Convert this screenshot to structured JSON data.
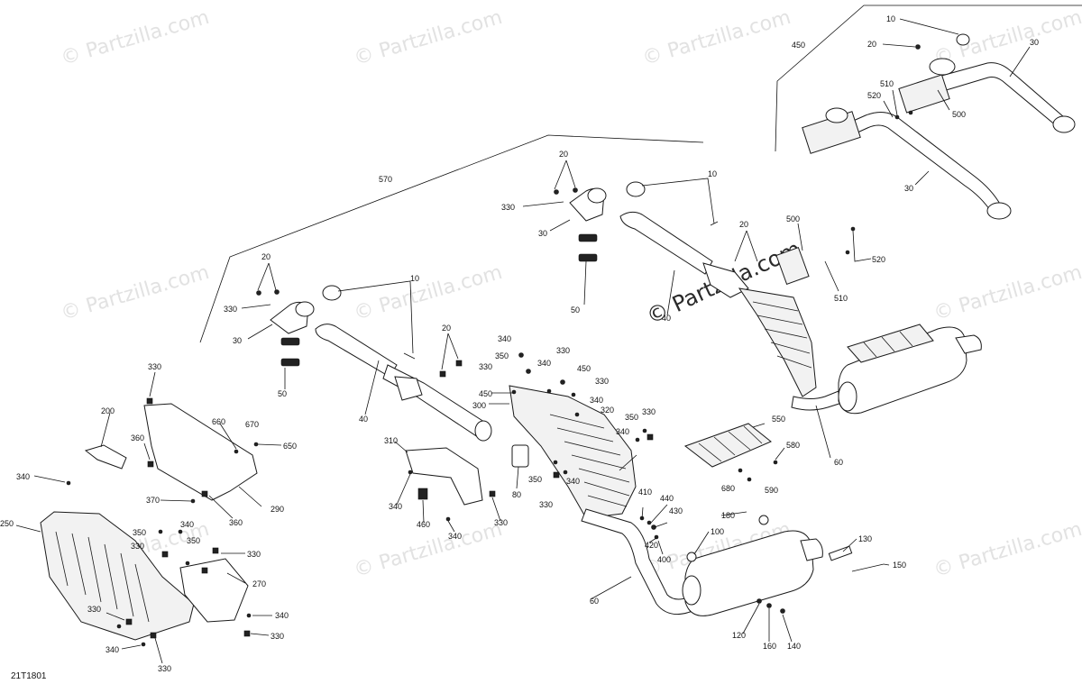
{
  "watermark": "© Partzilla.com",
  "diagram_code": "21T1801",
  "labels": [
    {
      "id": "l1",
      "text": "10"
    },
    {
      "id": "l2",
      "text": "20"
    },
    {
      "id": "l3",
      "text": "30"
    },
    {
      "id": "l4",
      "text": "450"
    },
    {
      "id": "l5",
      "text": "510"
    },
    {
      "id": "l6",
      "text": "520"
    },
    {
      "id": "l7",
      "text": "500"
    },
    {
      "id": "l8",
      "text": "30"
    },
    {
      "id": "l9",
      "text": "20"
    },
    {
      "id": "l10",
      "text": "10"
    },
    {
      "id": "l11",
      "text": "330"
    },
    {
      "id": "l12",
      "text": "30"
    },
    {
      "id": "l13",
      "text": "20"
    },
    {
      "id": "l14",
      "text": "500"
    },
    {
      "id": "l15",
      "text": "520"
    },
    {
      "id": "l16",
      "text": "510"
    },
    {
      "id": "l17",
      "text": "50"
    },
    {
      "id": "l18",
      "text": "40"
    },
    {
      "id": "l19",
      "text": "570"
    },
    {
      "id": "l20",
      "text": "20"
    },
    {
      "id": "l21",
      "text": "10"
    },
    {
      "id": "l22",
      "text": "330"
    },
    {
      "id": "l23",
      "text": "30"
    },
    {
      "id": "l24",
      "text": "50"
    },
    {
      "id": "l25",
      "text": "40"
    },
    {
      "id": "l26",
      "text": "20"
    },
    {
      "id": "l27",
      "text": "340"
    },
    {
      "id": "l28",
      "text": "330"
    },
    {
      "id": "l29",
      "text": "350"
    },
    {
      "id": "l30",
      "text": "330"
    },
    {
      "id": "l31",
      "text": "340"
    },
    {
      "id": "l32",
      "text": "450"
    },
    {
      "id": "l33",
      "text": "330"
    },
    {
      "id": "l34",
      "text": "450"
    },
    {
      "id": "l35",
      "text": "340"
    },
    {
      "id": "l36",
      "text": "300"
    },
    {
      "id": "l37",
      "text": "320"
    },
    {
      "id": "l38",
      "text": "350"
    },
    {
      "id": "l39",
      "text": "330"
    },
    {
      "id": "l40",
      "text": "340"
    },
    {
      "id": "l41",
      "text": "550"
    },
    {
      "id": "l42",
      "text": "580"
    },
    {
      "id": "l43",
      "text": "680"
    },
    {
      "id": "l44",
      "text": "590"
    },
    {
      "id": "l45",
      "text": "60"
    },
    {
      "id": "l46",
      "text": "330"
    },
    {
      "id": "l47",
      "text": "200"
    },
    {
      "id": "l48",
      "text": "660"
    },
    {
      "id": "l49",
      "text": "670"
    },
    {
      "id": "l50",
      "text": "650"
    },
    {
      "id": "l51",
      "text": "360"
    },
    {
      "id": "l52",
      "text": "290"
    },
    {
      "id": "l53",
      "text": "370"
    },
    {
      "id": "l54",
      "text": "360"
    },
    {
      "id": "l55",
      "text": "340"
    },
    {
      "id": "l56",
      "text": "310"
    },
    {
      "id": "l57",
      "text": "340"
    },
    {
      "id": "l58",
      "text": "460"
    },
    {
      "id": "l59",
      "text": "340"
    },
    {
      "id": "l60",
      "text": "330"
    },
    {
      "id": "l61",
      "text": "80"
    },
    {
      "id": "l62",
      "text": "350"
    },
    {
      "id": "l63",
      "text": "340"
    },
    {
      "id": "l64",
      "text": "330"
    },
    {
      "id": "l65",
      "text": "410"
    },
    {
      "id": "l66",
      "text": "440"
    },
    {
      "id": "l67",
      "text": "430"
    },
    {
      "id": "l68",
      "text": "420"
    },
    {
      "id": "l69",
      "text": "400"
    },
    {
      "id": "l70",
      "text": "180"
    },
    {
      "id": "l71",
      "text": "100"
    },
    {
      "id": "l72",
      "text": "130"
    },
    {
      "id": "l73",
      "text": "150"
    },
    {
      "id": "l74",
      "text": "60"
    },
    {
      "id": "l75",
      "text": "120"
    },
    {
      "id": "l76",
      "text": "160"
    },
    {
      "id": "l77",
      "text": "140"
    },
    {
      "id": "l78",
      "text": "250"
    },
    {
      "id": "l79",
      "text": "350"
    },
    {
      "id": "l80",
      "text": "340"
    },
    {
      "id": "l81",
      "text": "330"
    },
    {
      "id": "l82",
      "text": "350"
    },
    {
      "id": "l83",
      "text": "330"
    },
    {
      "id": "l84",
      "text": "270"
    },
    {
      "id": "l85",
      "text": "330"
    },
    {
      "id": "l86",
      "text": "340"
    },
    {
      "id": "l87",
      "text": "340"
    },
    {
      "id": "l88",
      "text": "330"
    },
    {
      "id": "l89",
      "text": "330"
    }
  ]
}
